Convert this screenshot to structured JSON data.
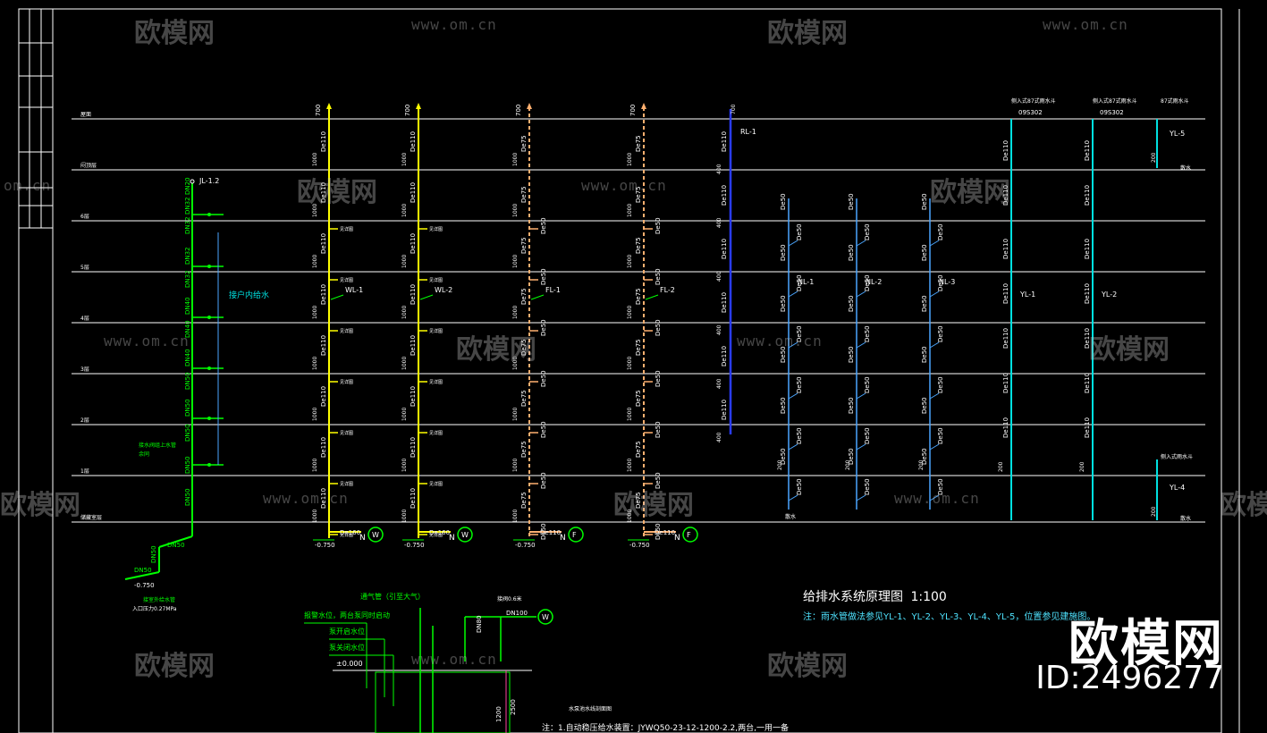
{
  "watermarks": {
    "brand_cn": "欧模网",
    "url": "www.om.cn",
    "url_short": "om.cn"
  },
  "brand": {
    "name": "欧模网",
    "id": "ID:2496277"
  },
  "drawing": {
    "title": "给排水系统原理图",
    "scale": "1:100",
    "note": "注：雨水管做法参见YL-1、YL-2、YL-3、YL-4、YL-5，位置参见建施图。",
    "bottom_note": "注：1.自动稳压给水装置：JYWQ50-23-12-1200-2.2,两台,一用一备",
    "section_title": "水泵池水线剖面图",
    "colors": {
      "yellow": "#ffff00",
      "orange": "#ffb070",
      "blue": "#2a3cff",
      "lightblue": "#4aa6ff",
      "cyan": "#00e0e0",
      "green": "#00ff00",
      "white": "#ffffff",
      "magenta": "#ff40a0"
    },
    "floors": [
      "屋面",
      "闷顶层",
      "6层",
      "5层",
      "4层",
      "3层",
      "2层",
      "1层",
      "储藏室层"
    ],
    "supply_risers": [
      {
        "label": "JL-1.2",
        "sizes": [
          "DN20",
          "DN32",
          "DN32",
          "DN32",
          "DN32",
          "DN40",
          "DN40",
          "DN40",
          "DN50",
          "DN50",
          "DN50",
          "DN50",
          "DN50"
        ]
      }
    ],
    "supply_labels": {
      "inhouse": "接户内给水",
      "inlet_label": "接室外给水管",
      "pressure": "入口压力0.27MPa",
      "elev": "-0.750",
      "dn50": "DN50",
      "note_lower": "接水阀组上水管",
      "note_lower2": "余同"
    },
    "drain_risers": [
      {
        "label": "WL-1",
        "pipe": "De110",
        "bottom": "De160",
        "elev": "-0.750",
        "symbol": "W",
        "vert": "700"
      },
      {
        "label": "WL-2",
        "pipe": "De110",
        "bottom": "De160",
        "elev": "-0.750",
        "symbol": "W",
        "vert": "700"
      },
      {
        "label": "FL-1",
        "pipe": "De75",
        "branch": "De50",
        "bottom": "De110",
        "elev": "-0.750",
        "symbol": "F",
        "vert": "700"
      },
      {
        "label": "FL-2",
        "pipe": "De75",
        "branch": "De50",
        "bottom": "De110",
        "elev": "-0.750",
        "symbol": "F",
        "vert": "700"
      }
    ],
    "drain_common": {
      "riser_stub": "1000",
      "branch_note": "见详图"
    },
    "rain_risers": [
      {
        "label": "RL-1",
        "pipe": "De110",
        "dim": "400"
      },
      {
        "label": "NL-1",
        "pipe": "De50"
      },
      {
        "label": "NL-2",
        "pipe": "De50"
      },
      {
        "label": "NL-3",
        "pipe": "De50"
      },
      {
        "label": "YL-1",
        "pipe": "De110",
        "top_note": "侧入式87式雨水斗",
        "std": "09S302"
      },
      {
        "label": "YL-2",
        "pipe": "De110",
        "top_note": "侧入式87式雨水斗",
        "std": "09S302"
      },
      {
        "label": "YL-5",
        "top_note": "87式雨水斗",
        "dim": "200",
        "outlet": "散水"
      },
      {
        "label": "YL-4",
        "top_note": "侧入式雨水斗",
        "dim": "200",
        "outlet": "散水"
      }
    ],
    "rain_common": {
      "dim200": "200",
      "outlet": "散水",
      "top_dim": "700"
    },
    "pump_section": {
      "vent": "通气管（引至大气）",
      "alarm": "报警水位，两台泵同时启动",
      "start": "泵开启水位",
      "stop": "泵关闭水位",
      "zero": "±0.000",
      "dn100": "DN100",
      "dn80": "DN80",
      "dim1": "1200",
      "dim2": "2500",
      "stair": "接阀0.6米",
      "symbol": "W"
    }
  }
}
